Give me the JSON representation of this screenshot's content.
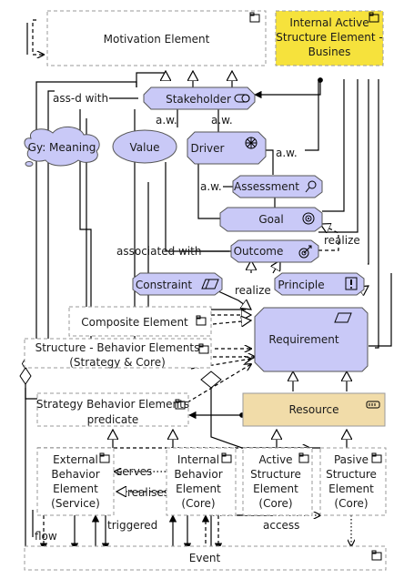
{
  "colors": {
    "motivation": "#c9c9f7",
    "business": "#f6e23c",
    "resource": "#f1dca9",
    "line": "#000000",
    "frame": "#9a9a9a"
  },
  "nodes": {
    "motivation_element": "Motivation Element",
    "internal_active_line1": "Internal Active",
    "internal_active_line2": "Structure Element -",
    "internal_active_line3": "Busines",
    "stakeholder": "Stakeholder",
    "meaning": "Gy: Meaning",
    "value": "Value",
    "driver": "Driver",
    "assessment": "Assessment",
    "goal": "Goal",
    "outcome": "Outcome",
    "constraint": "Constraint",
    "principle": "Principle",
    "composite_element": "Composite Element",
    "requirement": "Requirement",
    "structure_behavior_line1": "Structure - Behavior Elements",
    "structure_behavior_line2": "(Strategy & Core)",
    "strategy_behavior_line1": "Strategy Behavior Elements",
    "strategy_behavior_line2": "predicate",
    "resource": "Resource",
    "external_behavior_line1": "External",
    "external_behavior_line2": "Behavior",
    "external_behavior_line3": "Element",
    "external_behavior_line4": "(Service)",
    "internal_behavior_line1": "Internal",
    "internal_behavior_line2": "Behavior",
    "internal_behavior_line3": "Element",
    "internal_behavior_line4": "(Core)",
    "active_structure_line1": "Active",
    "active_structure_line2": "Structure",
    "active_structure_line3": "Element",
    "active_structure_line4": "(Core)",
    "passive_structure_line1": "Pasive",
    "passive_structure_line2": "Structure",
    "passive_structure_line3": "Element",
    "passive_structure_line4": "(Core)",
    "event": "Event"
  },
  "edge_labels": {
    "ass_d_with": "ass-d with",
    "aw_value": "a.w.",
    "aw_driver": "a.w.",
    "aw_driver_assessment": "a.w.",
    "aw_assessment_goal": "a.w.",
    "realize_goal": "realize",
    "associated_with": "associated with",
    "realize_requirement": "realize",
    "serves": "serves",
    "realises": "realises",
    "triggered": "triggered",
    "flow": "flow",
    "access": "access"
  },
  "icons": {
    "folder": "folder-icon",
    "role": "role-icon",
    "driver": "driver-icon",
    "assessment": "magnifier-icon",
    "goal": "target-icon",
    "outcome": "target-arrow-icon",
    "constraint": "constraint-icon",
    "principle": "principle-icon",
    "requirement": "requirement-icon",
    "resource": "resource-icon"
  }
}
